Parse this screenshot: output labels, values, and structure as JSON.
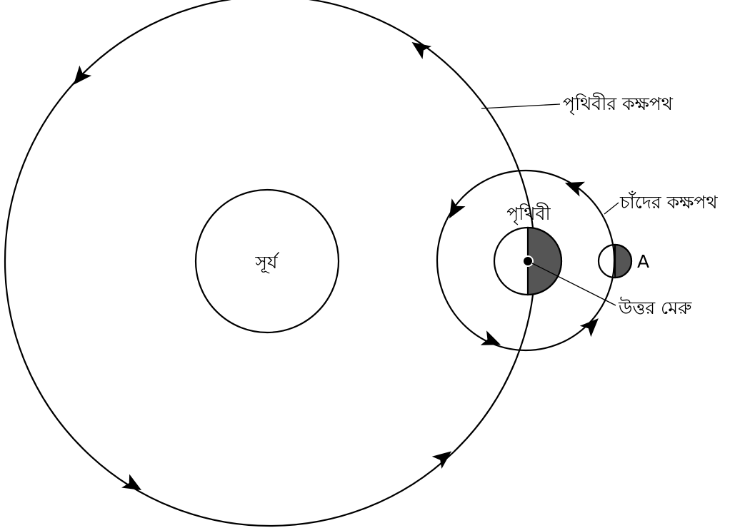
{
  "labels": {
    "sun": "সূর্য",
    "earth": "পৃথিবী",
    "earth_orbit": "পৃথিবীর কক্ষপথ",
    "moon_orbit": "চাঁদের কক্ষপথ",
    "north_pole": "উত্তর মেরু",
    "moon_point": "A"
  },
  "colors": {
    "line": "#000000",
    "shadow": "#555555",
    "background": "#ffffff"
  }
}
